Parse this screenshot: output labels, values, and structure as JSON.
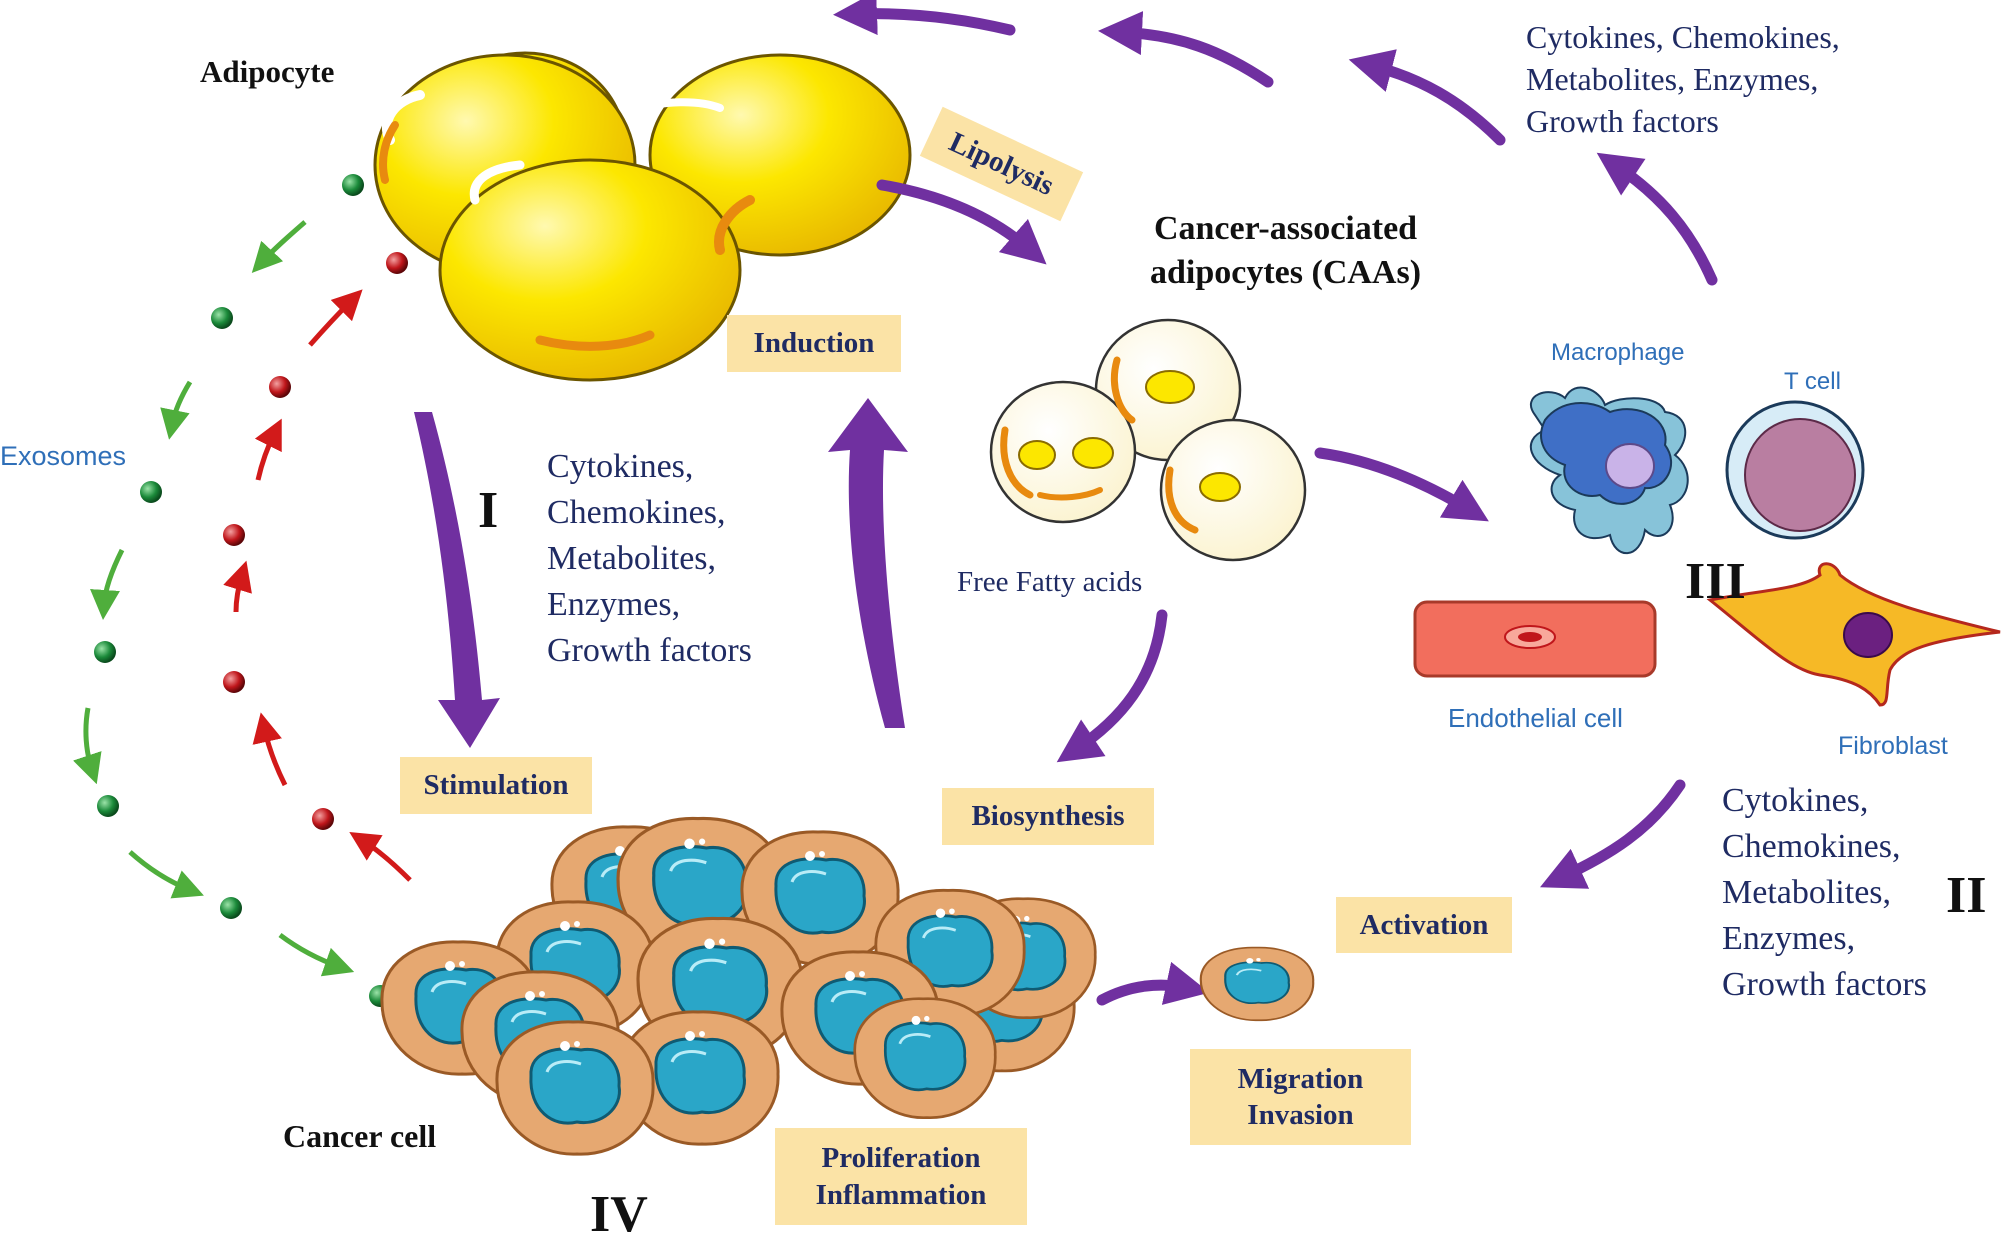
{
  "cells": {
    "adipocyte": "Adipocyte",
    "caa_line1": "Cancer-associated",
    "caa_line2": "adipocytes (CAAs)",
    "cancer_cell": "Cancer cell",
    "macrophage": "Macrophage",
    "t_cell": "T cell",
    "endothelial_cell": "Endothelial cell",
    "fibroblast": "Fibroblast"
  },
  "labels": {
    "exosomes": "Exosomes",
    "free_fatty_acids": "Free Fatty acids",
    "lipolysis": "Lipolysis"
  },
  "process_boxes": {
    "induction": "Induction",
    "stimulation": "Stimulation",
    "biosynthesis": "Biosynthesis",
    "activation": "Activation",
    "migration_line1": "Migration",
    "migration_line2": "Invasion",
    "proliferation_line1": "Proliferation",
    "proliferation_line2": "Inflammation"
  },
  "factor_lists": {
    "top_right": [
      "Cytokines, Chemokines,",
      "Metabolites, Enzymes,",
      "Growth factors"
    ],
    "center": [
      "Cytokines,",
      "Chemokines,",
      "Metabolites,",
      "Enzymes,",
      "Growth factors"
    ],
    "right": [
      "Cytokines,",
      "Chemokines,",
      "Metabolites,",
      "Enzymes,",
      "Growth factors"
    ]
  },
  "roman_numerals": {
    "one": "I",
    "two": "II",
    "three": "III",
    "four": "IV"
  },
  "colors": {
    "arrow_purple": "#7030a0",
    "exosome_green": "#1b8a3a",
    "exosome_red": "#c0161b",
    "box_fill": "#fbe3a6",
    "adipocyte_yellow": "#fce700",
    "cancer_cell_tan": "#e4a56e",
    "nucleus_teal": "#2aa6c8"
  }
}
